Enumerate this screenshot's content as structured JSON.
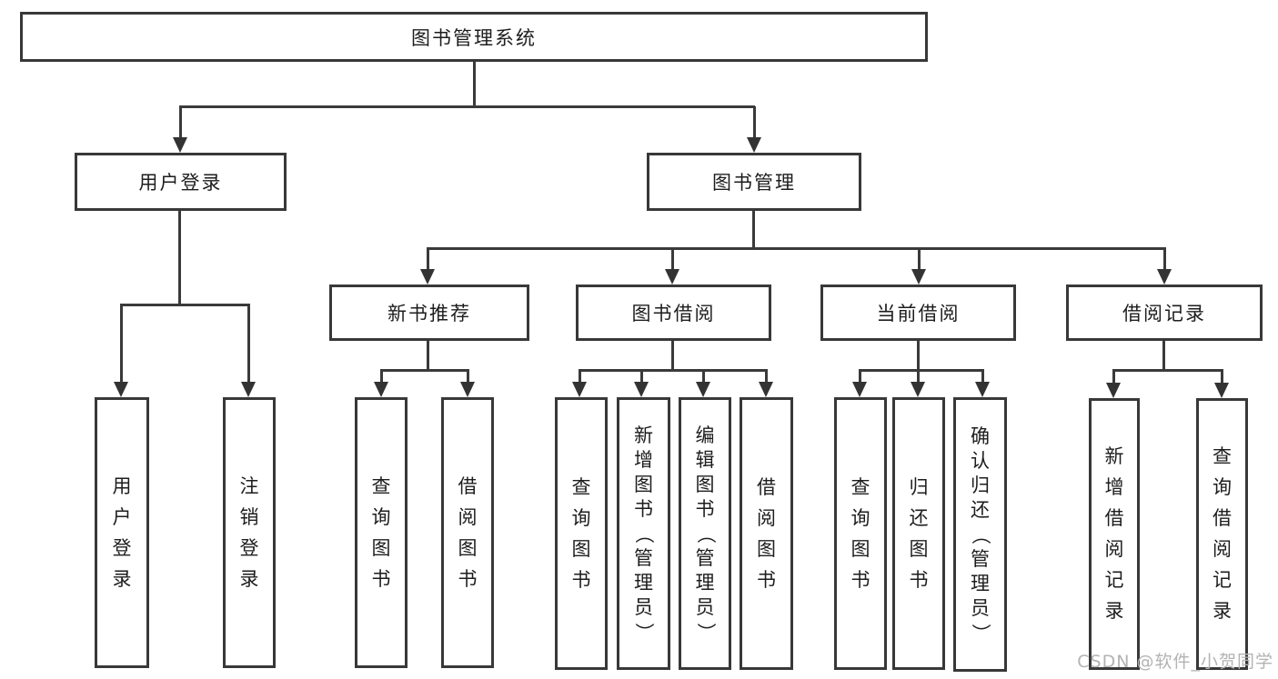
{
  "page": {
    "background": "#ffffff",
    "line_color": "#3a3a3a",
    "border_color": "#383838",
    "text_color": "#1d1d1d"
  },
  "tree": {
    "root": {
      "label": "图书管理系统"
    },
    "children": [
      {
        "label": "用户登录",
        "children": [
          {
            "label": "用户登录"
          },
          {
            "label": "注销登录"
          }
        ]
      },
      {
        "label": "图书管理",
        "children": [
          {
            "label": "新书推荐",
            "children": [
              {
                "label": "查询图书"
              },
              {
                "label": "借阅图书"
              }
            ]
          },
          {
            "label": "图书借阅",
            "children": [
              {
                "label": "查询图书"
              },
              {
                "label": "新增图书（管理员）"
              },
              {
                "label": "编辑图书（管理员）"
              },
              {
                "label": "借阅图书"
              }
            ]
          },
          {
            "label": "当前借阅",
            "children": [
              {
                "label": "查询图书"
              },
              {
                "label": "归还图书"
              },
              {
                "label": "确认归还（管理员）"
              }
            ]
          },
          {
            "label": "借阅记录",
            "children": [
              {
                "label": "新增借阅记录"
              },
              {
                "label": "查询借阅记录"
              }
            ]
          }
        ]
      }
    ]
  },
  "watermark": {
    "text": "CSDN @软件_小贺同学",
    "color": "#b3b3b3"
  }
}
